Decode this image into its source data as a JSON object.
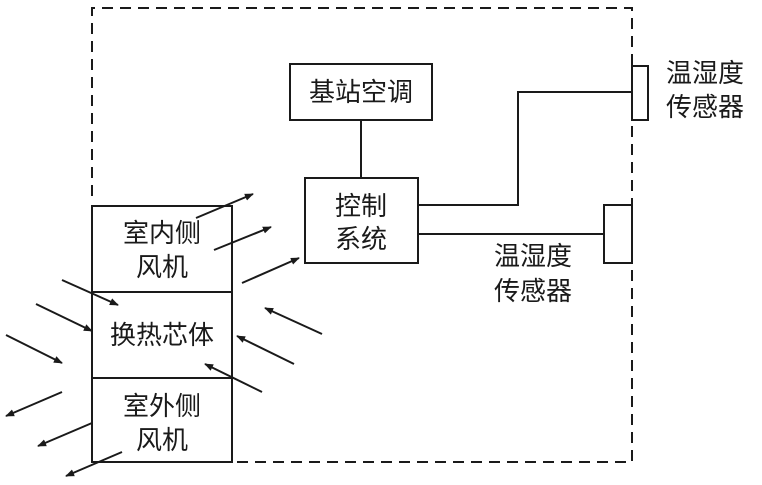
{
  "nodes": {
    "base_station_ac": "基站空调",
    "control_system": [
      "控制",
      "系统"
    ],
    "indoor_fan": [
      "室内侧",
      "风机"
    ],
    "heat_exchange_core": "换热芯体",
    "outdoor_fan": [
      "室外侧",
      "风机"
    ],
    "sensor_outdoor": [
      "温湿度",
      "传感器"
    ],
    "sensor_indoor": [
      "温湿度",
      "传感器"
    ]
  },
  "colors": {
    "line": "#1a1a1a",
    "background": "#ffffff"
  }
}
